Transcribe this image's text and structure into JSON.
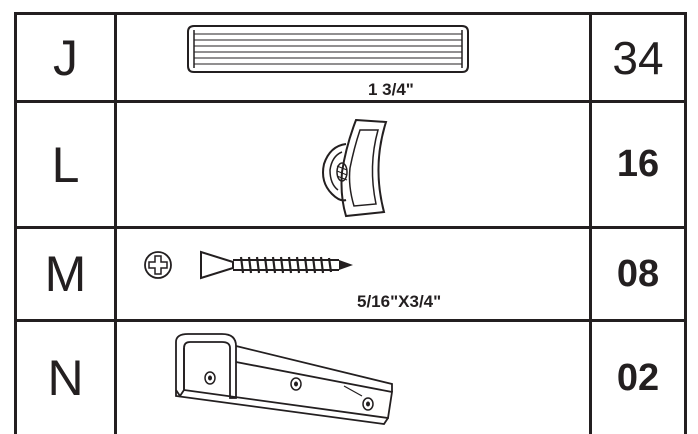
{
  "rows": [
    {
      "letter": "J",
      "quantity": "34",
      "size_label": "1 3/4\"",
      "part_icon": "wooden-dowel-icon"
    },
    {
      "letter": "L",
      "quantity": "16",
      "size_label": "",
      "part_icon": "cam-lock-housing-icon"
    },
    {
      "letter": "M",
      "quantity": "08",
      "size_label": "5/16\"X3/4\"",
      "part_icon": "wood-screw-icon"
    },
    {
      "letter": "N",
      "quantity": "02",
      "size_label": "",
      "part_icon": "bent-metal-bracket-icon"
    }
  ],
  "colors": {
    "line": "#231f20",
    "background": "#ffffff"
  }
}
